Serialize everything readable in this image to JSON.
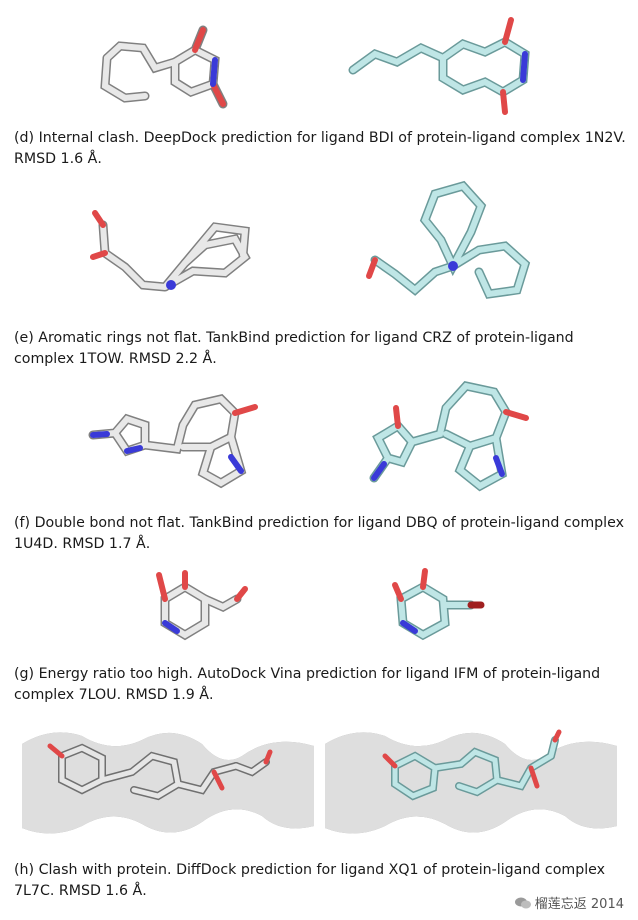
{
  "panels": [
    {
      "id": "d",
      "caption": "(d) Internal clash.  DeepDock prediction for ligand BDI of protein-ligand complex 1N2V. RMSD 1.6 Å."
    },
    {
      "id": "e",
      "caption": "(e) Aromatic rings not flat.  TankBind prediction for ligand CRZ of protein-ligand complex 1TOW. RMSD 2.2 Å."
    },
    {
      "id": "f",
      "caption": "(f) Double bond not flat. TankBind prediction for ligand DBQ of protein-ligand complex 1U4D. RMSD 1.7 Å."
    },
    {
      "id": "g",
      "caption": "(g) Energy ratio too high. AutoDock Vina prediction for ligand IFM of protein-ligand complex 7LOU. RMSD 1.9 Å."
    },
    {
      "id": "h",
      "caption": "(h) Clash with protein.  DiffDock prediction for ligand XQ1 of protein-ligand complex 7L7C. RMSD 1.6 Å."
    }
  ],
  "watermark": "榴莲忘返 2014",
  "colors": {
    "predicted": "#d8d8d8",
    "reference": "#b9e3e3",
    "oxygen": "#e04848",
    "nitrogen": "#3a3ad8",
    "protein_surface": "#bcbcbc"
  }
}
